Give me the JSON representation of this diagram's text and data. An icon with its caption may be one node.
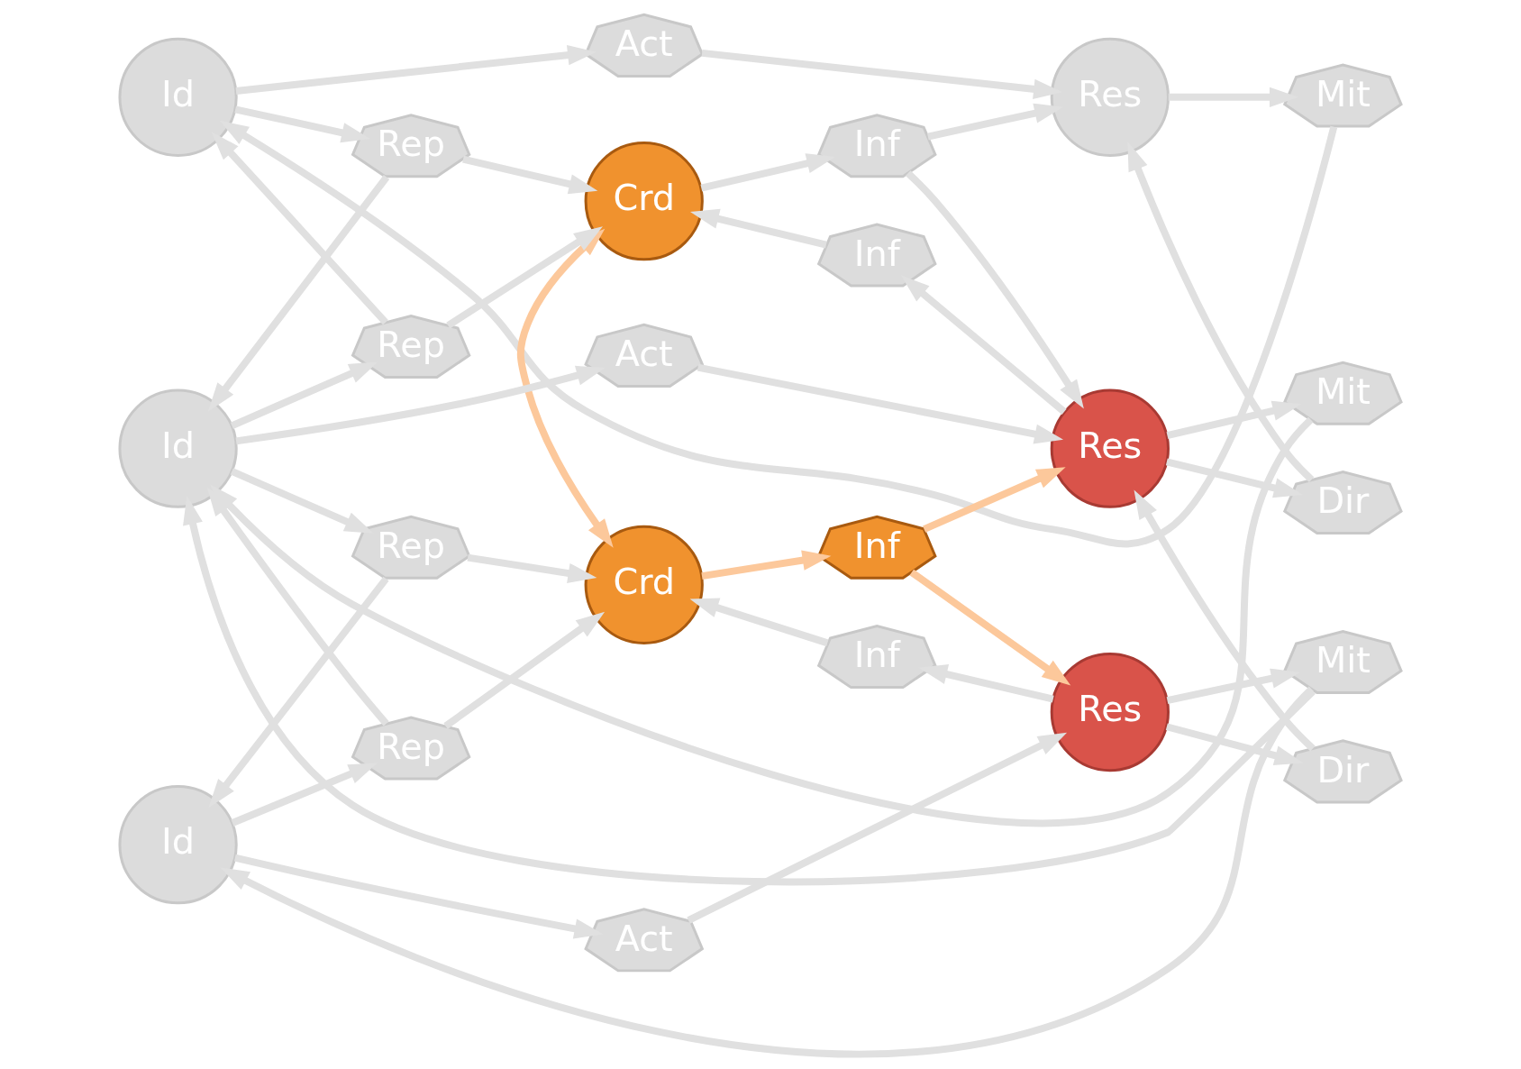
{
  "diagram": {
    "nodes": [
      {
        "text": [
          "Id"
        ]
      },
      {
        "text": [
          "Act"
        ]
      },
      {
        "text": [
          "Res"
        ]
      },
      {
        "text": [
          "Mit"
        ]
      },
      {
        "text": [
          "Rep"
        ]
      },
      {
        "text": [
          "Crd"
        ]
      },
      {
        "text": [
          "Inf"
        ]
      },
      {
        "text": [
          "Rep"
        ]
      },
      {
        "text": [
          "Inf"
        ]
      },
      {
        "text": [
          "Dir"
        ]
      },
      {
        "text": [
          "Id"
        ]
      },
      {
        "text": [
          "Act"
        ]
      },
      {
        "text": [
          "Res"
        ]
      },
      {
        "text": [
          "Mit"
        ]
      },
      {
        "text": [
          "Rep"
        ]
      },
      {
        "text": [
          "Crd"
        ]
      },
      {
        "text": [
          "Inf"
        ]
      },
      {
        "text": [
          "Dir"
        ]
      },
      {
        "text": [
          "Rep"
        ]
      },
      {
        "text": [
          "Inf"
        ]
      },
      {
        "text": [
          "Id"
        ]
      },
      {
        "text": [
          "Act"
        ]
      },
      {
        "text": [
          "Res"
        ]
      },
      {
        "text": [
          "Mit"
        ]
      }
    ],
    "edges": [
      {
        "from": 3,
        "to": 0,
        "arrow": "to"
      },
      {
        "from": 0,
        "to": 1,
        "arrow": "to"
      },
      {
        "from": 1,
        "to": 2,
        "arrow": "to"
      },
      {
        "from": 2,
        "to": 3,
        "arrow": "to"
      },
      {
        "from": 0,
        "to": 4,
        "arrow": "to"
      },
      {
        "from": 7,
        "to": 0,
        "arrow": "to"
      },
      {
        "from": 4,
        "to": 5,
        "arrow": "to"
      },
      {
        "from": 7,
        "to": 5,
        "arrow": "to"
      },
      {
        "from": 4,
        "to": 10,
        "arrow": "to"
      },
      {
        "from": 10,
        "to": 7,
        "arrow": "to"
      },
      {
        "from": 5,
        "to": 6,
        "arrow": "to"
      },
      {
        "from": 6,
        "to": 2,
        "arrow": "to"
      },
      {
        "from": 6,
        "to": 12,
        "arrow": "to"
      },
      {
        "from": 8,
        "to": 5,
        "arrow": "to"
      },
      {
        "from": 12,
        "to": 8,
        "arrow": "to"
      },
      {
        "from": 9,
        "to": 2,
        "arrow": "to"
      },
      {
        "from": 12,
        "to": 9,
        "arrow": "to"
      },
      {
        "from": 5,
        "to": 15,
        "arrow": "both",
        "color": "#fcc89b"
      },
      {
        "from": 10,
        "to": 11,
        "arrow": "to"
      },
      {
        "from": 11,
        "to": 12,
        "arrow": "to"
      },
      {
        "from": 12,
        "to": 13,
        "arrow": "to"
      },
      {
        "from": 13,
        "to": 10,
        "arrow": "to"
      },
      {
        "from": 10,
        "to": 14,
        "arrow": "to"
      },
      {
        "from": 18,
        "to": 10,
        "arrow": "to"
      },
      {
        "from": 14,
        "to": 15,
        "arrow": "to"
      },
      {
        "from": 18,
        "to": 15,
        "arrow": "to"
      },
      {
        "from": 14,
        "to": 20,
        "arrow": "to"
      },
      {
        "from": 20,
        "to": 18,
        "arrow": "to"
      },
      {
        "from": 15,
        "to": 16,
        "arrow": "to",
        "color": "#fcc89b"
      },
      {
        "from": 16,
        "to": 12,
        "arrow": "to",
        "color": "#fcc89b"
      },
      {
        "from": 16,
        "to": 22,
        "arrow": "to",
        "color": "#fcc89b"
      },
      {
        "from": 19,
        "to": 15,
        "arrow": "to"
      },
      {
        "from": 22,
        "to": 19,
        "arrow": "to"
      },
      {
        "from": 17,
        "to": 12,
        "arrow": "to"
      },
      {
        "from": 22,
        "to": 17,
        "arrow": "to"
      },
      {
        "from": 20,
        "to": 21,
        "arrow": "to"
      },
      {
        "from": 21,
        "to": 22,
        "arrow": "to"
      },
      {
        "from": 22,
        "to": 23,
        "arrow": "to"
      },
      {
        "from": 23,
        "to": 20,
        "arrow": "to"
      },
      {
        "from": 23,
        "to": 10,
        "arrow": "to"
      }
    ]
  }
}
